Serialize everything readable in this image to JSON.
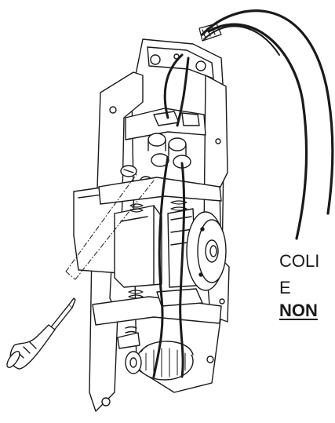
{
  "callout": {
    "line1": "COLI",
    "line2": "E",
    "line3": "NON"
  },
  "colors": {
    "ink": "#1a1a1a",
    "paper": "#ffffff"
  }
}
